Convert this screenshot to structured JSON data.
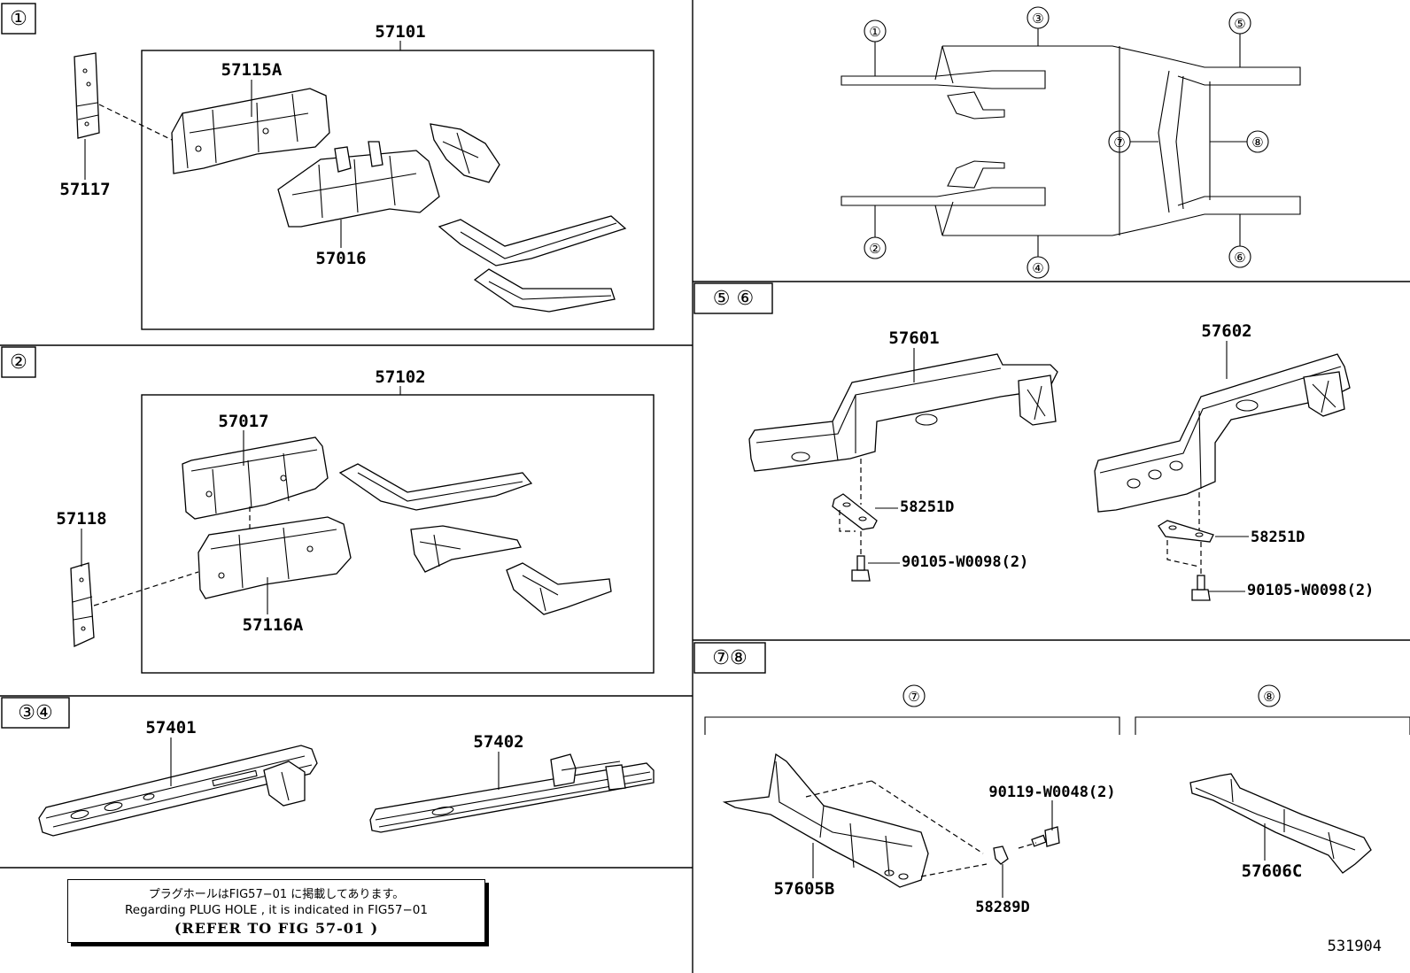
{
  "sections": {
    "s1": {
      "tag": "①"
    },
    "s2": {
      "tag": "②"
    },
    "s34": {
      "tag": "③④"
    },
    "s56": {
      "tag": "⑤ ⑥"
    },
    "s78": {
      "tag": "⑦⑧"
    }
  },
  "parts": {
    "p57101": "57101",
    "p57115A": "57115A",
    "p57117": "57117",
    "p57016": "57016",
    "p57102": "57102",
    "p57017": "57017",
    "p57118": "57118",
    "p57116A": "57116A",
    "p57401": "57401",
    "p57402": "57402",
    "p57601": "57601",
    "p57602": "57602",
    "p58251D_a": "58251D",
    "p58251D_b": "58251D",
    "p90105_a": "90105-W0098(2)",
    "p90105_b": "90105-W0098(2)",
    "p90119": "90119-W0048(2)",
    "p57605B": "57605B",
    "p58289D": "58289D",
    "p57606C": "57606C"
  },
  "overview": {
    "c1": "①",
    "c2": "②",
    "c3": "③",
    "c4": "④",
    "c5": "⑤",
    "c6": "⑥",
    "c7": "⑦",
    "c8": "⑧"
  },
  "group78": {
    "left": "⑦",
    "right": "⑧"
  },
  "note": {
    "line1": "プラグホールはFIG57−01 に掲載してあります。",
    "line2": "Regarding  PLUG HOLE , it is indicated in FIG57−01",
    "line3": "(REFER TO FIG  57-01 )"
  },
  "figure_number": "531904"
}
